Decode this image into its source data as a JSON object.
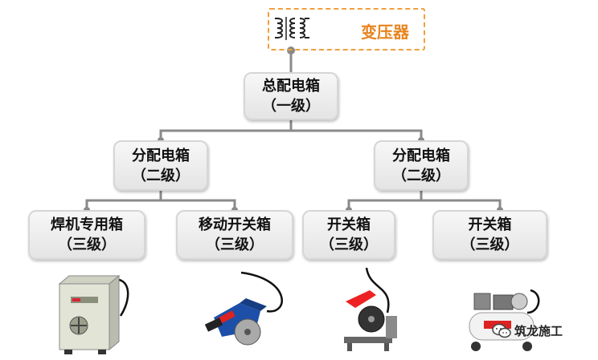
{
  "transformer": {
    "label": "变压器",
    "icon": "transformer-coil-icon"
  },
  "main_box": {
    "line1": "总配电箱",
    "line2": "（一级）"
  },
  "sub_boxes": [
    {
      "line1": "分配电箱",
      "line2": "（二级）"
    },
    {
      "line1": "分配电箱",
      "line2": "（二级）"
    }
  ],
  "switch_boxes": [
    {
      "line1": "焊机专用箱",
      "line2": "（三级）",
      "device": "welding-machine"
    },
    {
      "line1": "移动开关箱",
      "line2": "（三级）",
      "device": "power-cutter"
    },
    {
      "line1": "开关箱",
      "line2": "（三级）",
      "device": "cut-off-saw"
    },
    {
      "line1": "开关箱",
      "line2": "（三级）",
      "device": "air-compressor"
    }
  ],
  "watermark": {
    "text": "筑龙施工",
    "icon": "wechat-icon"
  },
  "colors": {
    "connector": "#8a8a8a",
    "transformer_accent": "#e8841e",
    "dashed_border": "#f0a040"
  }
}
